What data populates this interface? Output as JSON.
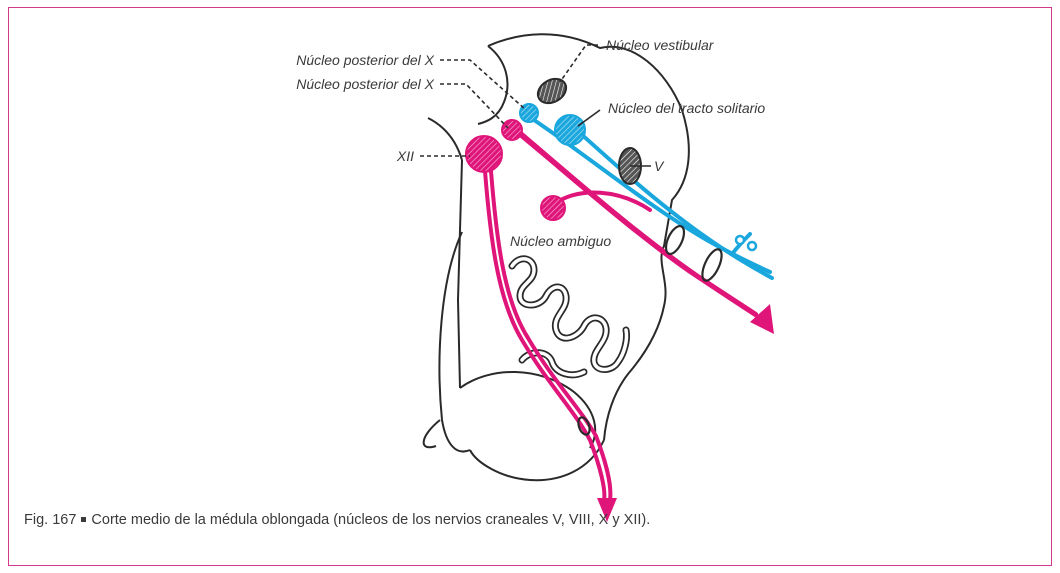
{
  "labels": {
    "posterior_x_1": "Núcleo posterior del X",
    "posterior_x_2": "Núcleo posterior del X",
    "vestibular": "Núcleo vestibular",
    "tracto_solitario": "Núcleo del tracto solitario",
    "v": "V",
    "xii": "XII",
    "ambiguo": "Núcleo ambiguo"
  },
  "caption": {
    "figure": "Fig. 167",
    "text": "Corte medio de la médula oblongada (núcleos de los nervios craneales V, VIII, X y XII)."
  },
  "colors": {
    "border": "#d4388e",
    "magenta": "#e0157a",
    "cyan": "#1aa7dd",
    "outline": "#2a2a2a",
    "text": "#3a3a3a"
  }
}
